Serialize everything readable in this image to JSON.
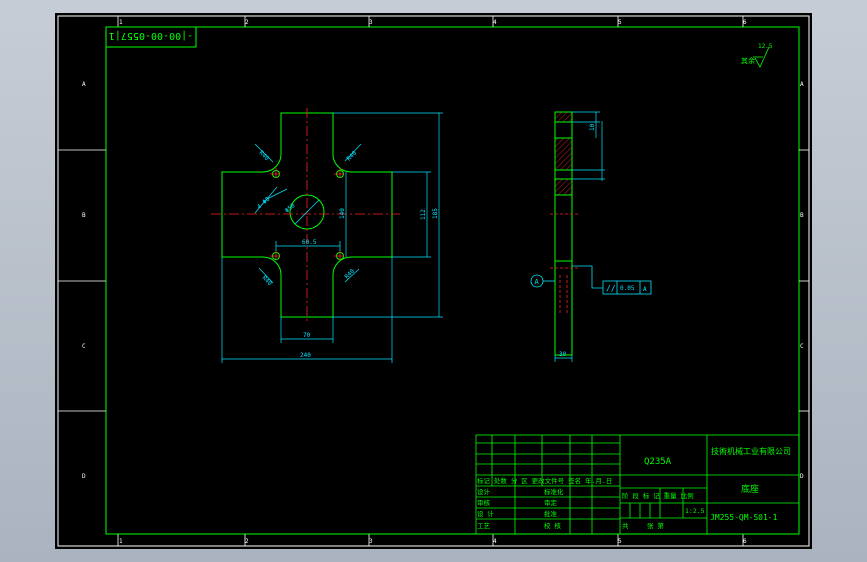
{
  "drawing_code_rotated": "|-|00-00-0557|1|",
  "grid_numbers": [
    "1",
    "2",
    "3",
    "4",
    "5",
    "6"
  ],
  "grid_letters": [
    "A",
    "B",
    "C",
    "D"
  ],
  "roughness": {
    "value": "12.5",
    "label": "其余"
  },
  "dimensions": {
    "r_upper_left": "R40",
    "r_upper_right": "R40",
    "r_lower_left": "R40",
    "r_lower_right": "R40",
    "hole_dia": "4-Φ8",
    "center_dia": "Φ50",
    "hole_spacing": "60.5",
    "inner_h": "140",
    "mid_h": "112",
    "outer_h": "185",
    "slot_w": "70",
    "total_w": "240",
    "side_top": "10",
    "side_thick": "30",
    "gtol_value": "0.05",
    "gtol_ref": "A",
    "datum": "A"
  },
  "title_block": {
    "material": "Q235A",
    "company": "技術机械工业有限公司",
    "part_name": "底座",
    "drawing_no": "JM255-QM-S01-1",
    "scale": "1:2.5",
    "row_header": "标记 处数 分  区  更改文件号 签名 年.月.日",
    "stage_header": "阶 段 标 记  重量  比例",
    "designer": "设计",
    "checker": "审核",
    "craft": "工艺",
    "standard": "标准化",
    "approve": "批准",
    "reviewed": "审定",
    "sheet_text": "张  第",
    "sheet_count": "共",
    "design_label": "设 计",
    "check_label": "校 核"
  }
}
